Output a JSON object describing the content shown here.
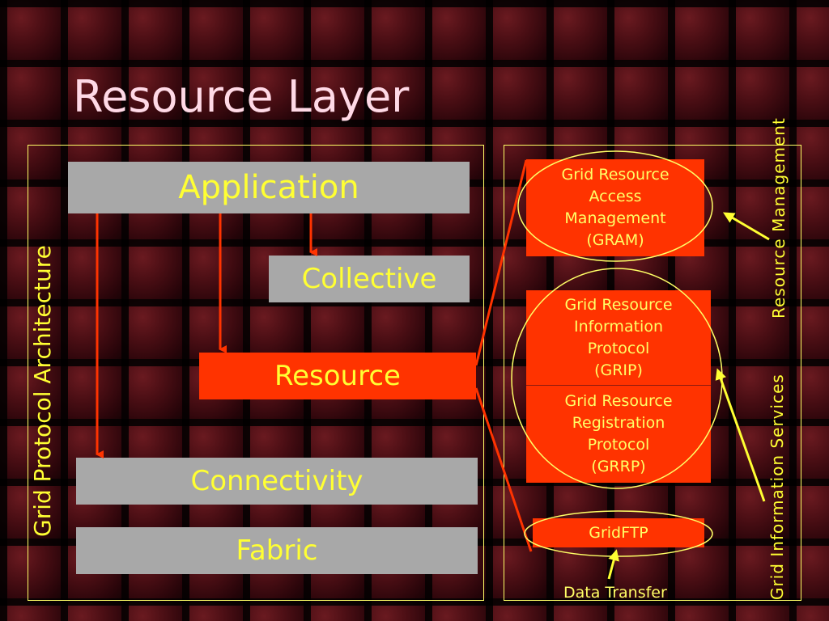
{
  "title": "Resource Layer",
  "left_label": "Grid Protocol Architecture",
  "layers": {
    "application": "Application",
    "collective": "Collective",
    "resource": "Resource",
    "connectivity": "Connectivity",
    "fabric": "Fabric"
  },
  "protocols": {
    "gram": [
      "Grid Resource",
      "Access",
      "Management",
      "(GRAM)"
    ],
    "grip": [
      "Grid Resource",
      "Information",
      "Protocol",
      "(GRIP)"
    ],
    "grrp": [
      "Grid Resource",
      "Registration",
      "Protocol",
      "(GRRP)"
    ],
    "gridftp": "GridFTP"
  },
  "annotations": {
    "resource_management": "Resource Management",
    "grid_information_services": "Grid Information Services",
    "data_transfer": "Data Transfer"
  },
  "colors": {
    "layer_gray": "#a8a8a8",
    "layer_red": "#ff3300",
    "text_yellow": "#ffff33",
    "title_pink": "#ffd9e6",
    "arrow_red": "#ff3300",
    "annotation_yellow": "#ffff66"
  }
}
